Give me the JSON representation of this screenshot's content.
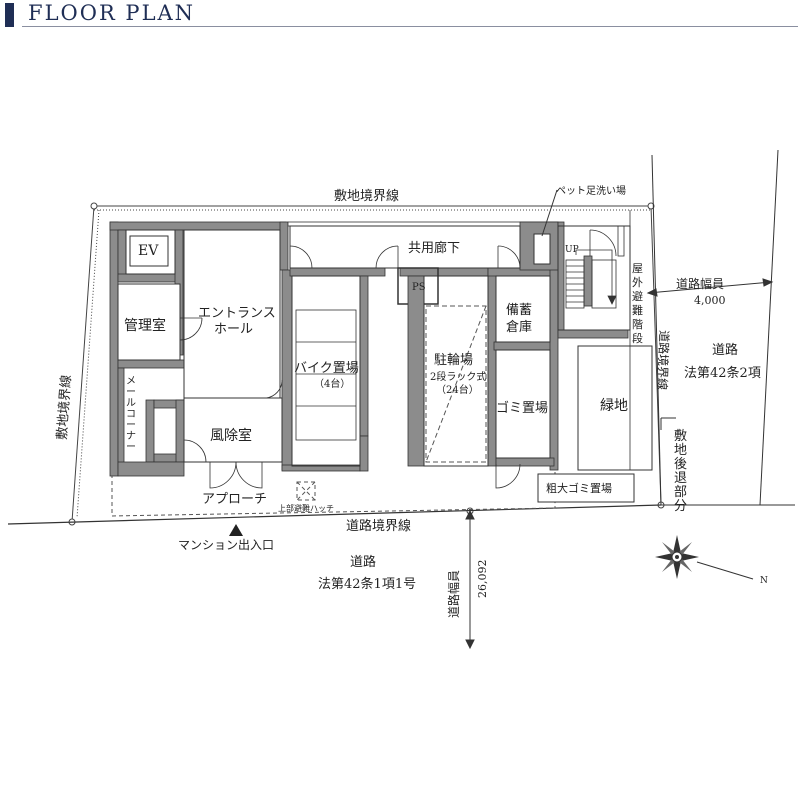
{
  "header": {
    "title": "FLOOR PLAN",
    "accent_color": "#1f2e55"
  },
  "colors": {
    "wall": "#8c8c8c",
    "line": "#333333",
    "dash": "#555555"
  },
  "rooms": {
    "ev": "EV",
    "entrance_hall_1": "エントランス",
    "entrance_hall_2": "ホール",
    "kanri": "管理室",
    "mail_corner": [
      "メ",
      "ー",
      "ル",
      "コ",
      "ー",
      "ナ",
      "ー"
    ],
    "fuujo": "風除室",
    "approach": "アプローチ",
    "hatch": "上部避難ハッチ",
    "corridor": "共用廊下",
    "ps": "PS",
    "bike_1": "バイク置場",
    "bike_2": "（4台）",
    "churin_1": "駐輪場",
    "churin_2": "2段ラック式",
    "churin_3": "（24台）",
    "bichiku_1": "備蓄",
    "bichiku_2": "倉庫",
    "gomi": "ゴミ置場",
    "ryokuchi": "緑地",
    "sodai": "粗大ゴミ置場",
    "up": "UP",
    "escape_stair": [
      "屋",
      "外",
      "避",
      "難",
      "階",
      "段"
    ],
    "pet": "ペット足洗い場"
  },
  "boundaries": {
    "top": "敷地境界線",
    "left": "敷地境界線",
    "bottom": "道路境界線",
    "right_setback": [
      "敷",
      "地",
      "後",
      "退",
      "部",
      "分"
    ],
    "right_line": "道路境界線"
  },
  "roads": {
    "right_width_label": "道路幅員",
    "right_width_value": "4,000",
    "right_name_1": "道路",
    "right_name_2": "法第42条2項",
    "bottom_width_label": "道路幅員",
    "bottom_width_value": "26,092",
    "bottom_name_1": "道路",
    "bottom_name_2": "法第42条1項1号",
    "entrance": "マンション出入口"
  },
  "compass": {
    "north": "N"
  }
}
